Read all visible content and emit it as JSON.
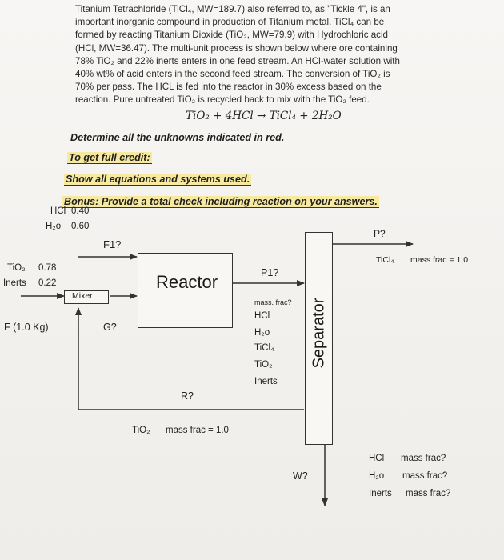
{
  "problem": {
    "paragraph_lines": [
      "Titanium Tetrachloride (TiCl₄, MW=189.7) also referred to, as \"Tickle 4\", is an",
      "important inorganic compound in production of Titanium metal. TiCl₄ can be",
      "formed by reacting Titanium Dioxide (TiO₂, MW=79.9) with Hydrochloric acid",
      "(HCl, MW=36.47). The multi-unit process is shown below where ore containing",
      "78% TiO₂ and 22% inerts enters in one feed stream. An HCl-water solution with",
      "40% wt% of acid enters in the second feed stream. The conversion of TiO₂ is",
      "70% per pass. The HCL is fed into the reactor in 30% excess based on the",
      "reaction. Pure untreated TiO₂ is recycled back to mix with the TiO₂ feed."
    ],
    "equation": "TiO₂  + 4HCl  → TiCl₄  + 2H₂O",
    "determine": "Determine all the unknowns indicated in red.",
    "full_credit": "To get full credit:",
    "show_equations": "Show all equations and systems used.",
    "bonus": "Bonus: Provide a total check including reaction on your answers."
  },
  "diagram": {
    "hcl_label": "HCl",
    "hcl_value": "0.40",
    "h2o_label": "H₂o",
    "h2o_value": "0.60",
    "f1_label": "F1?",
    "tio2_label": "TiO₂",
    "tio2_value": "0.78",
    "inerts_label": "Inerts",
    "inerts_value": "0.22",
    "mixer_label": "Mixer",
    "feed_label": "F (1.0 Kg)",
    "g_label": "G?",
    "reactor_label": "Reactor",
    "p1_label": "P1?",
    "mass_frac_label": "mass. frac?",
    "p1_components": [
      "HCl",
      "H₂o",
      "TiCl₄",
      "TiO₂",
      "Inerts"
    ],
    "separator_label": "Separator",
    "p_label": "P?",
    "p_component": "TiCl₄",
    "p_mass_frac": "mass frac = 1.0",
    "r_label": "R?",
    "r_component": "TiO₂",
    "r_mass_frac": "mass frac = 1.0",
    "w_label": "W?",
    "w_rows": [
      {
        "component": "HCl",
        "frac": "mass frac?"
      },
      {
        "component": "H₂o",
        "frac": "mass frac?"
      },
      {
        "component": "Inerts",
        "frac": "mass frac?"
      }
    ]
  }
}
